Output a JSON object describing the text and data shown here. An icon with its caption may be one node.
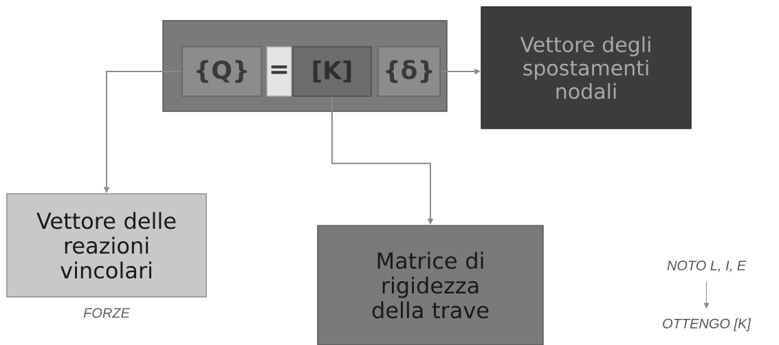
{
  "diagram": {
    "nodes": [
      {
        "text": [],
        "shape": "box"
      },
      {
        "text": [
          "{Q}"
        ],
        "in": 0
      },
      {
        "text": [
          "="
        ],
        "in": 0
      },
      {
        "text": [
          "[K]"
        ],
        "in": 0
      },
      {
        "text": [
          "{δ}"
        ],
        "in": 0
      },
      {
        "text": [
          "Vettore degli spostamenti nodali"
        ]
      },
      {
        "text": [
          "Vettore delle reazioni vincolari"
        ],
        "beside": [
          "FORZE"
        ]
      },
      {
        "text": [
          "Matrice di rigidezza della trave"
        ]
      },
      {
        "text": [
          "NOTO L, I, E"
        ]
      },
      {
        "text": [
          "OTTENGO [K]"
        ]
      }
    ],
    "edges": [
      {
        "from": 4,
        "to": 5,
        "arrow": "to"
      },
      {
        "from": 1,
        "to": 6,
        "arrow": "to"
      },
      {
        "from": 3,
        "to": 7,
        "arrow": "to"
      },
      {
        "from": 8,
        "to": 9,
        "arrow": "to"
      }
    ]
  }
}
